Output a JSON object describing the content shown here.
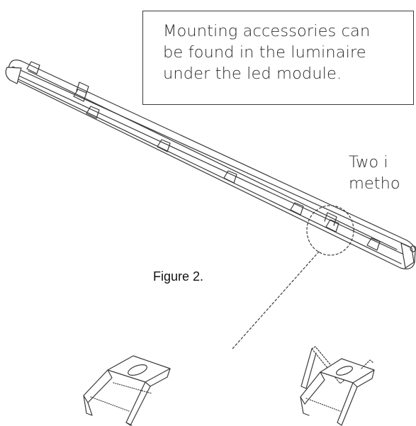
{
  "callout": {
    "lines": [
      "Mounting accessories can",
      "be found in the luminaire",
      "under the led module."
    ]
  },
  "side_note": {
    "lines": [
      "Two i",
      "metho"
    ]
  },
  "figure_caption": "Figure 2.",
  "illustration": {
    "luminaire": "linear-luminaire-drawing",
    "clip_left": "mounting-clip-closed",
    "clip_right": "mounting-clip-open",
    "line_color": "#3a3a3a"
  }
}
